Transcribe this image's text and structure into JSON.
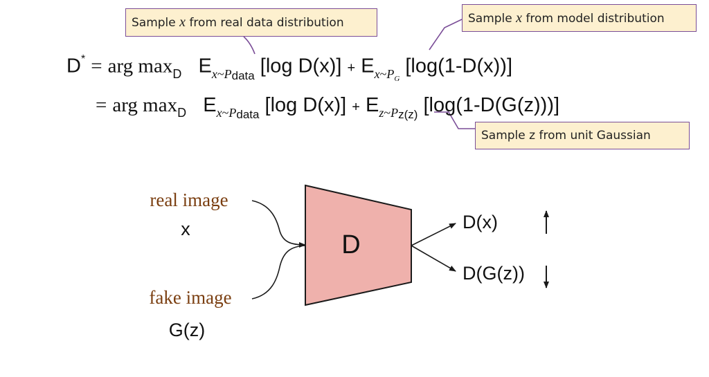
{
  "callouts": {
    "real_data": {
      "before": "Sample ",
      "var": "x",
      "after": " from real data distribution"
    },
    "model": {
      "before": "Sample ",
      "var": "x",
      "after": " from model distribution"
    },
    "gaussian": {
      "text": "Sample z from unit Gaussian"
    }
  },
  "equation1": {
    "lhs": "D",
    "star": "*",
    "equals": "=",
    "argmax": "arg max",
    "argmax_sub": "D",
    "e1": "E",
    "e1_sub_var": "x",
    "e1_sub_tilde": "~",
    "e1_sub_p": "P",
    "e1_sub_p_sub": "data",
    "term1": "[log D(x)]",
    "plus": "+",
    "e2": "E",
    "e2_sub_var": "x",
    "e2_sub_tilde": "~",
    "e2_sub_p": "P",
    "e2_sub_p_sub": "G",
    "term2": "[log(1-D(x))]"
  },
  "equation2": {
    "equals": "=",
    "argmax": "arg max",
    "argmax_sub": "D",
    "e1": "E",
    "e1_sub_var": "x",
    "e1_sub_tilde": "~",
    "e1_sub_p": "P",
    "e1_sub_p_sub": "data",
    "term1": "[log D(x)]",
    "plus": "+",
    "e2": "E",
    "e2_sub_var": "z",
    "e2_sub_tilde": "~",
    "e2_sub_p": "P",
    "e2_sub_p_sub": "z(z)",
    "term2": "[log(1-D(G(z)))]"
  },
  "diagram": {
    "real_label": "real image",
    "real_var": "x",
    "fake_label": "fake image",
    "fake_var": "G(z)",
    "block_label": "D",
    "out_real": "D(x)",
    "out_fake": "D(G(z))",
    "colors": {
      "block_fill": "#efb1ac",
      "block_stroke": "#1a1a1a",
      "callout_fill": "#fdf0cf",
      "callout_border": "#7a4d97",
      "label_brown": "#7a3e10"
    }
  }
}
